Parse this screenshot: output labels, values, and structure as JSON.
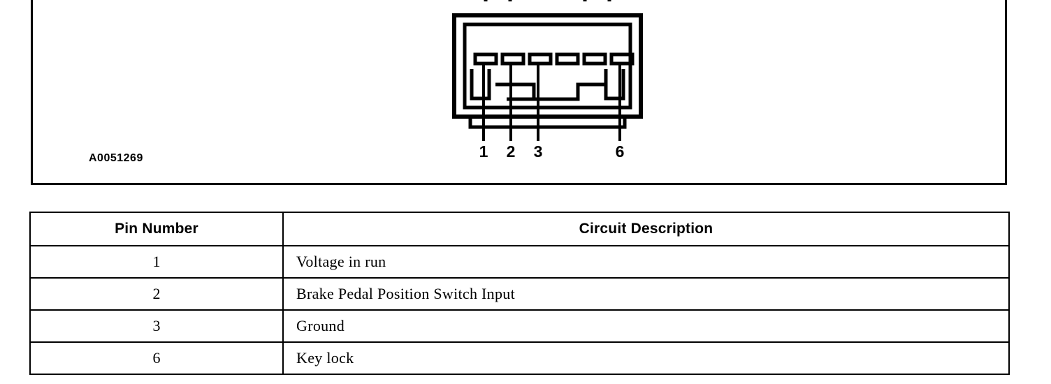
{
  "figure": {
    "id_label": "A0051269",
    "connector": {
      "name": "6-cavity-connector",
      "total_cavities": 6,
      "labeled_pins": [
        "1",
        "2",
        "3",
        "6"
      ],
      "pin_label_1": "1",
      "pin_label_2": "2",
      "pin_label_3": "3",
      "pin_label_6": "6",
      "line_color": "#000000",
      "body_color": "#ffffff"
    }
  },
  "table": {
    "name": "pinout-table",
    "headers": {
      "pin": "Pin Number",
      "description": "Circuit Description"
    },
    "rows": [
      {
        "pin": "1",
        "description": "Voltage in run"
      },
      {
        "pin": "2",
        "description": "Brake Pedal Position Switch Input"
      },
      {
        "pin": "3",
        "description": "Ground"
      },
      {
        "pin": "6",
        "description": "Key lock"
      }
    ]
  }
}
